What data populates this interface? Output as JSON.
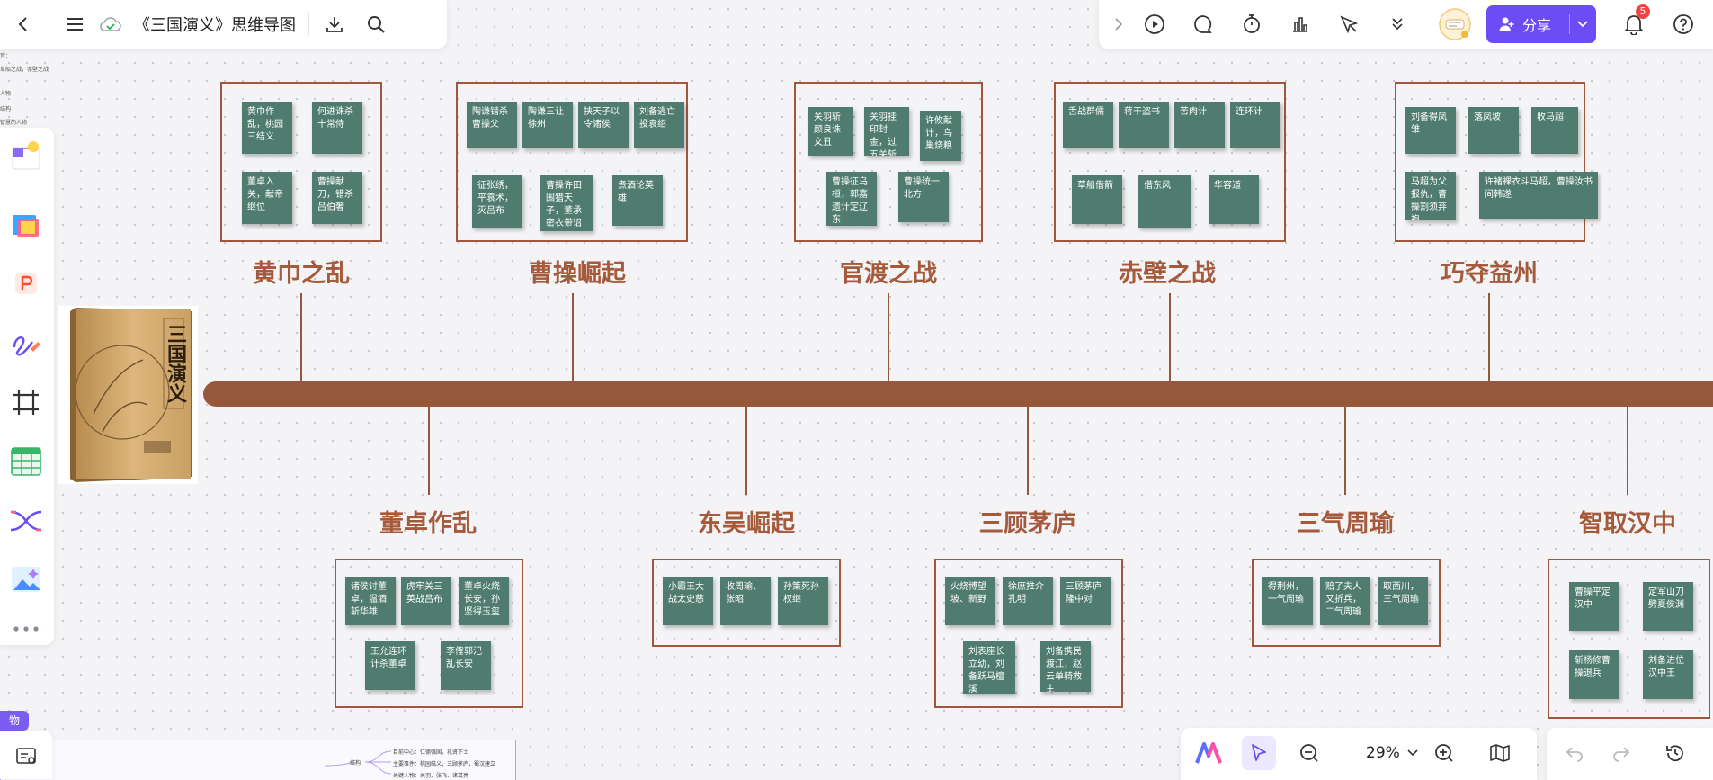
{
  "toolbar_left": {
    "doc_title": "《三国演义》思维导图",
    "icons": [
      "back-icon",
      "menu-icon",
      "cloud-sync-icon",
      "download-icon",
      "search-icon"
    ]
  },
  "toolbar_right": {
    "share_label": "分享",
    "notification_count": "5",
    "icons": [
      "collapse-arrow-icon",
      "present-icon",
      "comment-icon",
      "timer-icon",
      "vote-icon",
      "laser-pointer-icon",
      "more-tools-icon",
      "help-icon"
    ]
  },
  "sidebar_tools": [
    "templates-icon",
    "sticker-icon",
    "text-style-icon",
    "pen-icon",
    "frame-icon",
    "table-icon",
    "mindmap-icon",
    "image-icon",
    "more-icon"
  ],
  "side_tag": "物",
  "zoom": {
    "level": "29%"
  },
  "colors": {
    "timeline": "#96573b",
    "card": "#4f7c6f",
    "title": "#a55a3c",
    "accent": "#6c4cf5"
  },
  "top_events": [
    {
      "title": "黄巾之乱",
      "cards": [
        "黄巾作乱，桃园三结义",
        "何进诛杀十常侍",
        "董卓入关，献帝继位",
        "曹操献刀，错杀吕伯奢"
      ]
    },
    {
      "title": "曹操崛起",
      "cards": [
        "陶谦错杀曹操父",
        "陶谦三让徐州",
        "挟天子以令诸侯",
        "刘备逃亡投袁绍",
        "征张绣，平袁术，灭吕布",
        "曹操许田围猎天子，董承密衣带诏",
        "煮酒论英雄"
      ]
    },
    {
      "title": "官渡之战",
      "cards": [
        "关羽斩颜良诛文丑",
        "关羽挂印封金，过五关斩六将",
        "许攸献计，乌巢烧粮",
        "曹操征乌桓，郭嘉遗计定辽东",
        "曹操统一北方"
      ]
    },
    {
      "title": "赤壁之战",
      "cards": [
        "舌战群儒",
        "蒋干盗书",
        "苦肉计",
        "连环计",
        "草船借箭",
        "借东风",
        "华容道"
      ]
    },
    {
      "title": "巧夺益州",
      "cards": [
        "刘备得凤雏",
        "落凤坡",
        "收马超",
        "马超为父报仇，曹操割须弃袍",
        "许褚裸衣斗马超，曹操汝书间韩遂"
      ]
    }
  ],
  "bottom_events": [
    {
      "title": "董卓作乱",
      "cards": [
        "诸侯讨董卓，温酒斩华雄",
        "虎牢关三英战吕布",
        "董卓火烧长安，孙坚得玉玺",
        "王允连环计杀董卓",
        "李傕郭汜乱长安"
      ]
    },
    {
      "title": "东吴崛起",
      "cards": [
        "小霸王大战太史慈",
        "收周瑜、张昭",
        "孙策死孙权继"
      ]
    },
    {
      "title": "三顾茅庐",
      "cards": [
        "火烧博望坡、新野",
        "徐庶推介孔明",
        "三顾茅庐隆中对",
        "刘表座长立幼，刘备跃马檀溪",
        "刘备携民渡江，赵云单骑救主"
      ]
    },
    {
      "title": "三气周瑜",
      "cards": [
        "得荆州，一气周瑜",
        "赔了夫人又折兵，二气周瑜",
        "取西川，三气周瑜"
      ]
    },
    {
      "title": "智取汉中",
      "cards": [
        "曹操平定汉中",
        "定军山刀劈夏侯渊",
        "斩杨修曹操退兵",
        "刘备进位汉中王"
      ]
    }
  ],
  "book": {
    "cover_title": "三国演义"
  },
  "minimap": {
    "items": [
      "目前中心：仁德强国，礼贤下士",
      "主要事件：桃园结义，三顾茅庐，蜀汉建立",
      "关键人物：关羽、张飞、诸葛亮"
    ],
    "label": "结构"
  },
  "left_edge_text": [
    "宫：",
    "草船之战，赤壁之战",
    "人物",
    "结构",
    "智慧的人物"
  ]
}
